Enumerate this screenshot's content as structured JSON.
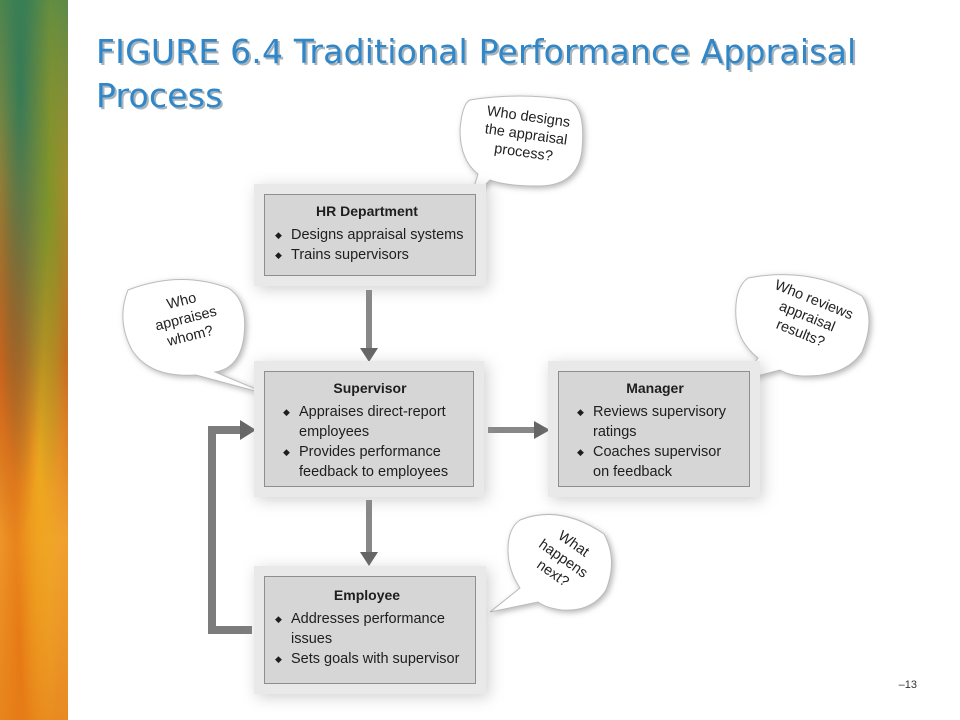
{
  "title": "FIGURE 6.4 Traditional Performance Appraisal Process",
  "page_number": "–13",
  "boxes": {
    "hr": {
      "title": "HR Department",
      "items": [
        "Designs appraisal systems",
        "Trains supervisors"
      ]
    },
    "supervisor": {
      "title": "Supervisor",
      "items": [
        "Appraises direct-report employees",
        "Provides performance feedback to employees"
      ]
    },
    "manager": {
      "title": "Manager",
      "items": [
        "Reviews supervisory ratings",
        "Coaches supervisor on feedback"
      ]
    },
    "employee": {
      "title": "Employee",
      "items": [
        "Addresses performance issues",
        "Sets goals with supervisor"
      ]
    }
  },
  "bubbles": {
    "designs": [
      "Who designs",
      "the appraisal",
      "process?"
    ],
    "appraises": [
      "Who",
      "appraises",
      "whom?"
    ],
    "reviews": [
      "Who reviews",
      "appraisal",
      "results?"
    ],
    "next": [
      "What",
      "happens",
      "next?"
    ]
  }
}
